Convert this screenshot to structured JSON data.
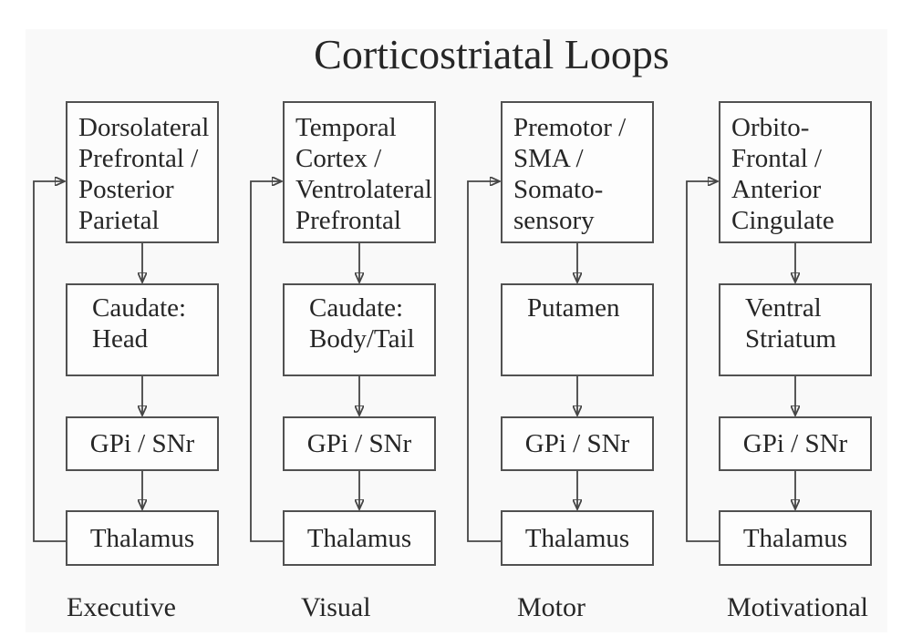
{
  "title": "Corticostriatal Loops",
  "columns": [
    {
      "label": "Executive",
      "boxes": [
        {
          "name": "cortex",
          "lines": [
            "Dorsolateral",
            "Prefrontal /",
            "Posterior",
            "Parietal"
          ]
        },
        {
          "name": "striatum",
          "lines": [
            "Caudate:",
            "Head"
          ]
        },
        {
          "name": "pallidum",
          "lines": [
            "GPi / SNr"
          ]
        },
        {
          "name": "thalamus",
          "lines": [
            "Thalamus"
          ]
        }
      ]
    },
    {
      "label": "Visual",
      "boxes": [
        {
          "name": "cortex",
          "lines": [
            "Temporal",
            "Cortex /",
            "Ventrolateral",
            "Prefrontal"
          ]
        },
        {
          "name": "striatum",
          "lines": [
            "Caudate:",
            "Body/Tail"
          ]
        },
        {
          "name": "pallidum",
          "lines": [
            "GPi / SNr"
          ]
        },
        {
          "name": "thalamus",
          "lines": [
            "Thalamus"
          ]
        }
      ]
    },
    {
      "label": "Motor",
      "boxes": [
        {
          "name": "cortex",
          "lines": [
            "Premotor /",
            "SMA /",
            "Somato-",
            "sensory"
          ]
        },
        {
          "name": "striatum",
          "lines": [
            "Putamen"
          ]
        },
        {
          "name": "pallidum",
          "lines": [
            "GPi / SNr"
          ]
        },
        {
          "name": "thalamus",
          "lines": [
            "Thalamus"
          ]
        }
      ]
    },
    {
      "label": "Motivational",
      "boxes": [
        {
          "name": "cortex",
          "lines": [
            "Orbito-",
            "Frontal /",
            "Anterior",
            "Cingulate"
          ]
        },
        {
          "name": "striatum",
          "lines": [
            "Ventral",
            "Striatum"
          ]
        },
        {
          "name": "pallidum",
          "lines": [
            "GPi / SNr"
          ]
        },
        {
          "name": "thalamus",
          "lines": [
            "Thalamus"
          ]
        }
      ]
    }
  ],
  "colors": {
    "line": "#454545",
    "text": "#262626",
    "box_fill": "#fdfdfd",
    "panel_bg": "#f9f9f9",
    "page_bg": "#ffffff"
  }
}
